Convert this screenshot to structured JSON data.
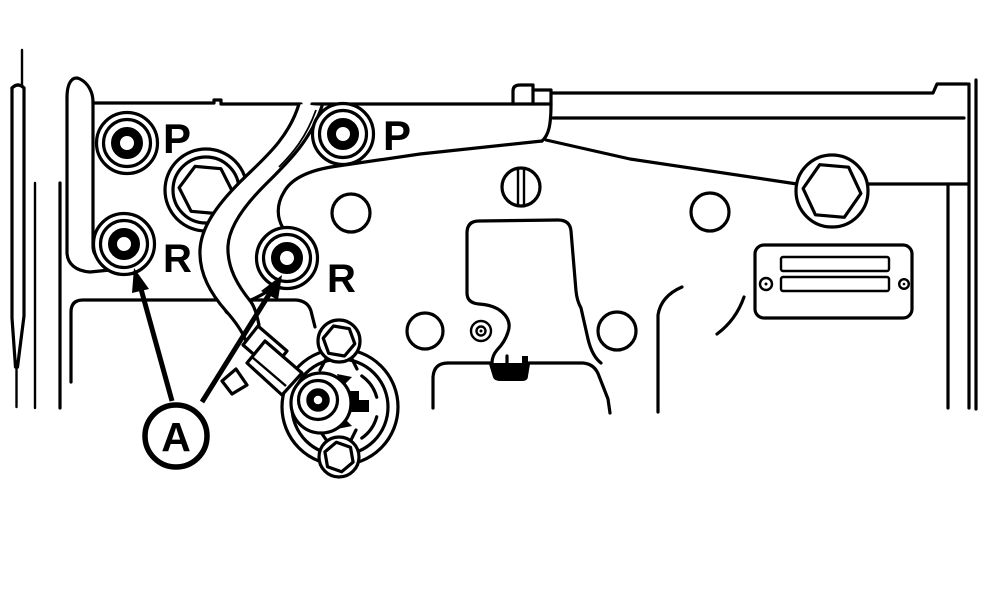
{
  "drawing": {
    "background_color": "#ffffff",
    "line_color": "#000000",
    "labels": {
      "port_p_left": "P",
      "port_p_right": "P",
      "port_r_left": "R",
      "port_r_right": "R"
    },
    "callout": {
      "label": "A"
    }
  }
}
